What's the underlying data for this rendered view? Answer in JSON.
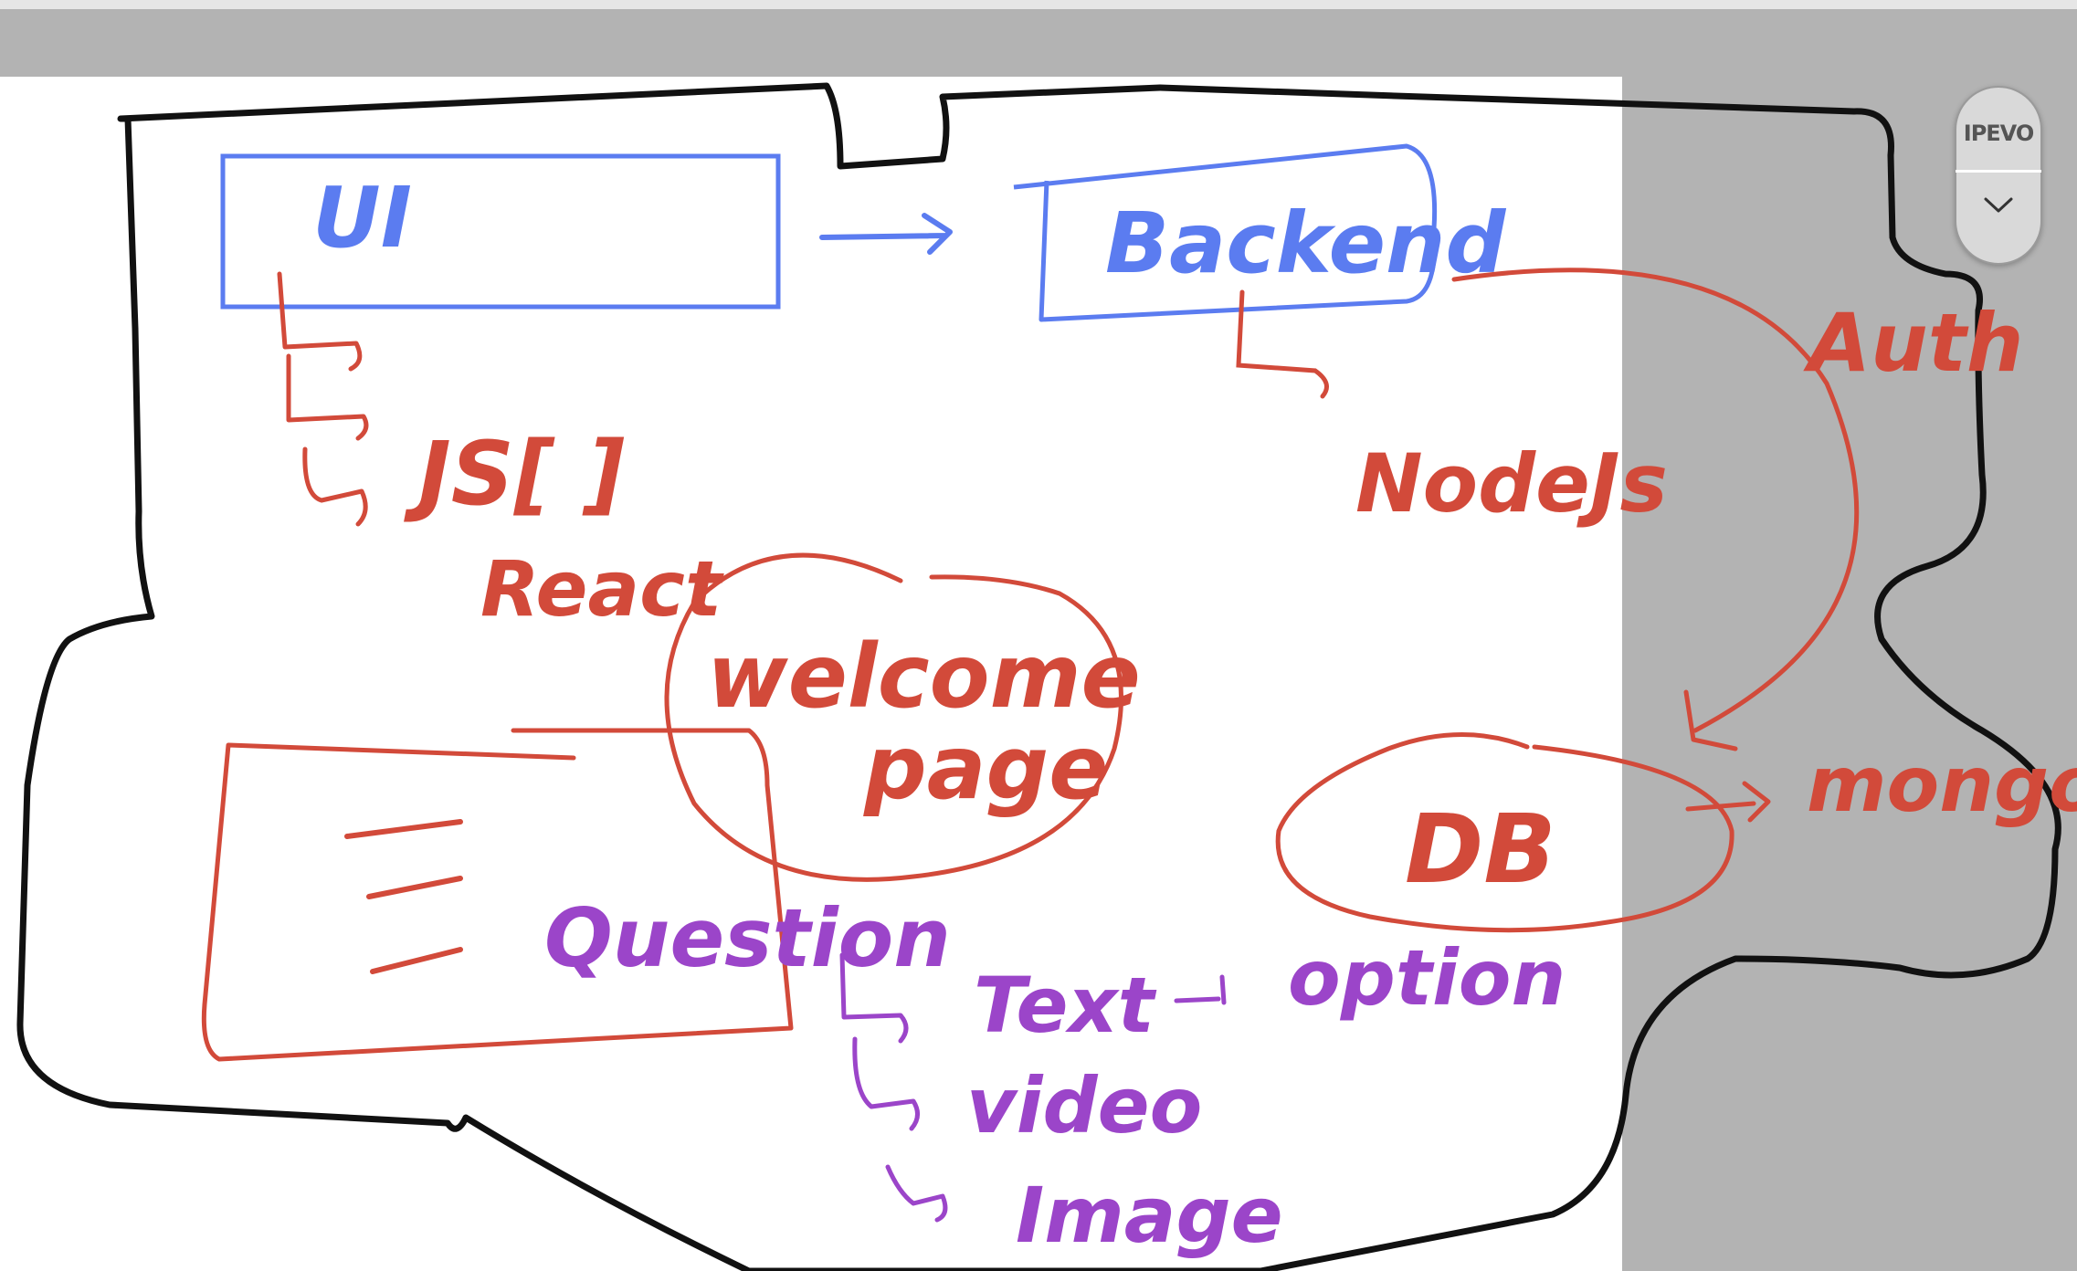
{
  "widget": {
    "logo": "IPEVO",
    "chevron_icon": "chevron-down-icon"
  },
  "diagram": {
    "ui_label": "UI",
    "js_label": "JS[ ]",
    "react_label": "React",
    "backend_label": "Backend",
    "nodejs_label": "NodeJs",
    "auth_label": "Auth",
    "welcome_label_line1": "welcome",
    "welcome_label_line2": "page",
    "db_label": "DB",
    "mongo_label": "mongo",
    "question_label": "Question",
    "text_label": "Text",
    "option_label": "option",
    "video_label": "video",
    "image_label": "Image"
  },
  "colors": {
    "blue": "#5b7cf0",
    "red": "#d24a3a",
    "purple": "#9b45c9",
    "black": "#111111",
    "canvas": "#ffffff",
    "background": "#b3b3b3"
  }
}
